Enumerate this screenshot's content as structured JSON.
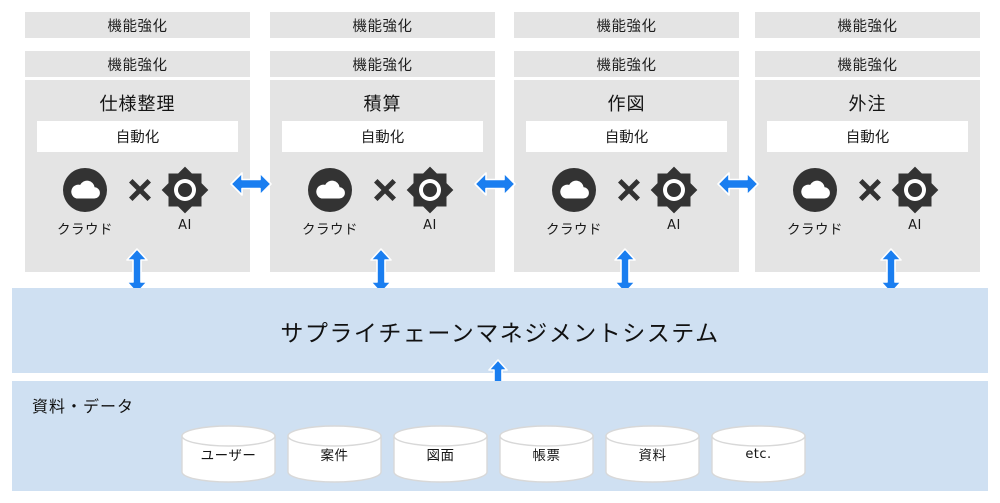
{
  "colors": {
    "panel_gray": "#e4e4e4",
    "band_blue": "#cfe0f2",
    "arrow_blue": "#1a7ef0",
    "icon_dark": "#333333",
    "page_background": "#ffffff",
    "box_white": "#ffffff"
  },
  "process_columns": [
    {
      "enhancement_top": "機能強化",
      "enhancement_bottom": "機能強化",
      "title": "仕様整理",
      "automation_label": "自動化",
      "cloud_caption": "クラウド",
      "ai_caption": "AI",
      "multiply_symbol": "×"
    },
    {
      "enhancement_top": "機能強化",
      "enhancement_bottom": "機能強化",
      "title": "積算",
      "automation_label": "自動化",
      "cloud_caption": "クラウド",
      "ai_caption": "AI",
      "multiply_symbol": "×"
    },
    {
      "enhancement_top": "機能強化",
      "enhancement_bottom": "機能強化",
      "title": "作図",
      "automation_label": "自動化",
      "cloud_caption": "クラウド",
      "ai_caption": "AI",
      "multiply_symbol": "×"
    },
    {
      "enhancement_top": "機能強化",
      "enhancement_bottom": "機能強化",
      "title": "外注",
      "automation_label": "自動化",
      "cloud_caption": "クラウド",
      "ai_caption": "AI",
      "multiply_symbol": "×"
    }
  ],
  "scm_band": {
    "label": "サプライチェーンマネジメントシステム"
  },
  "data_band": {
    "label": "資料・データ",
    "stores": [
      {
        "label": "ユーザー"
      },
      {
        "label": "案件"
      },
      {
        "label": "図面"
      },
      {
        "label": "帳票"
      },
      {
        "label": "資料"
      },
      {
        "label": "etc."
      }
    ]
  },
  "connectors": {
    "horizontal_count": 3,
    "vertical_to_scm_count": 4,
    "vertical_to_data_count": 1
  }
}
